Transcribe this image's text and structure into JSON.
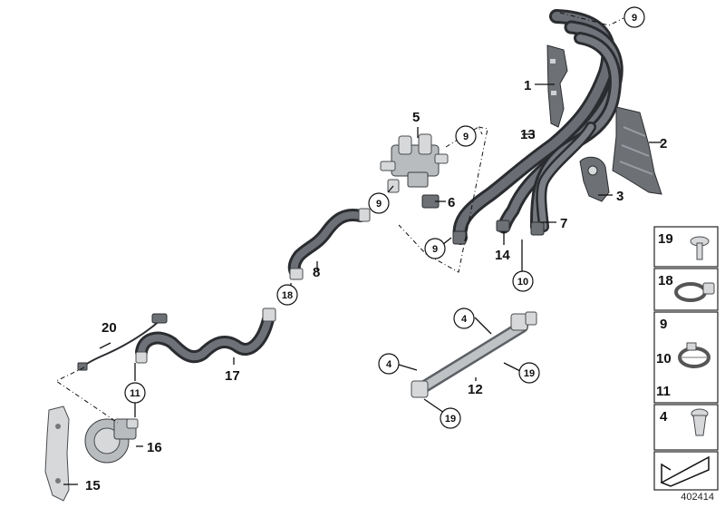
{
  "labels": {
    "l1": "1",
    "l2": "2",
    "l3": "3",
    "l5": "5",
    "l6": "6",
    "l7": "7",
    "l8": "8",
    "l12": "12",
    "l13": "13",
    "l14": "14",
    "l15": "15",
    "l16": "16",
    "l17": "17",
    "l20": "20"
  },
  "callouts": {
    "c9a": "9",
    "c9b": "9",
    "c9c": "9",
    "c9d": "9",
    "c10": "10",
    "c11": "11",
    "c18": "18",
    "c4a": "4",
    "c4b": "4",
    "c19a": "19",
    "c19b": "19"
  },
  "legend": {
    "r19": "19",
    "r18": "18",
    "r9": "9",
    "r10": "10",
    "r11": "11",
    "r4": "4"
  },
  "diagram_id": "402414"
}
